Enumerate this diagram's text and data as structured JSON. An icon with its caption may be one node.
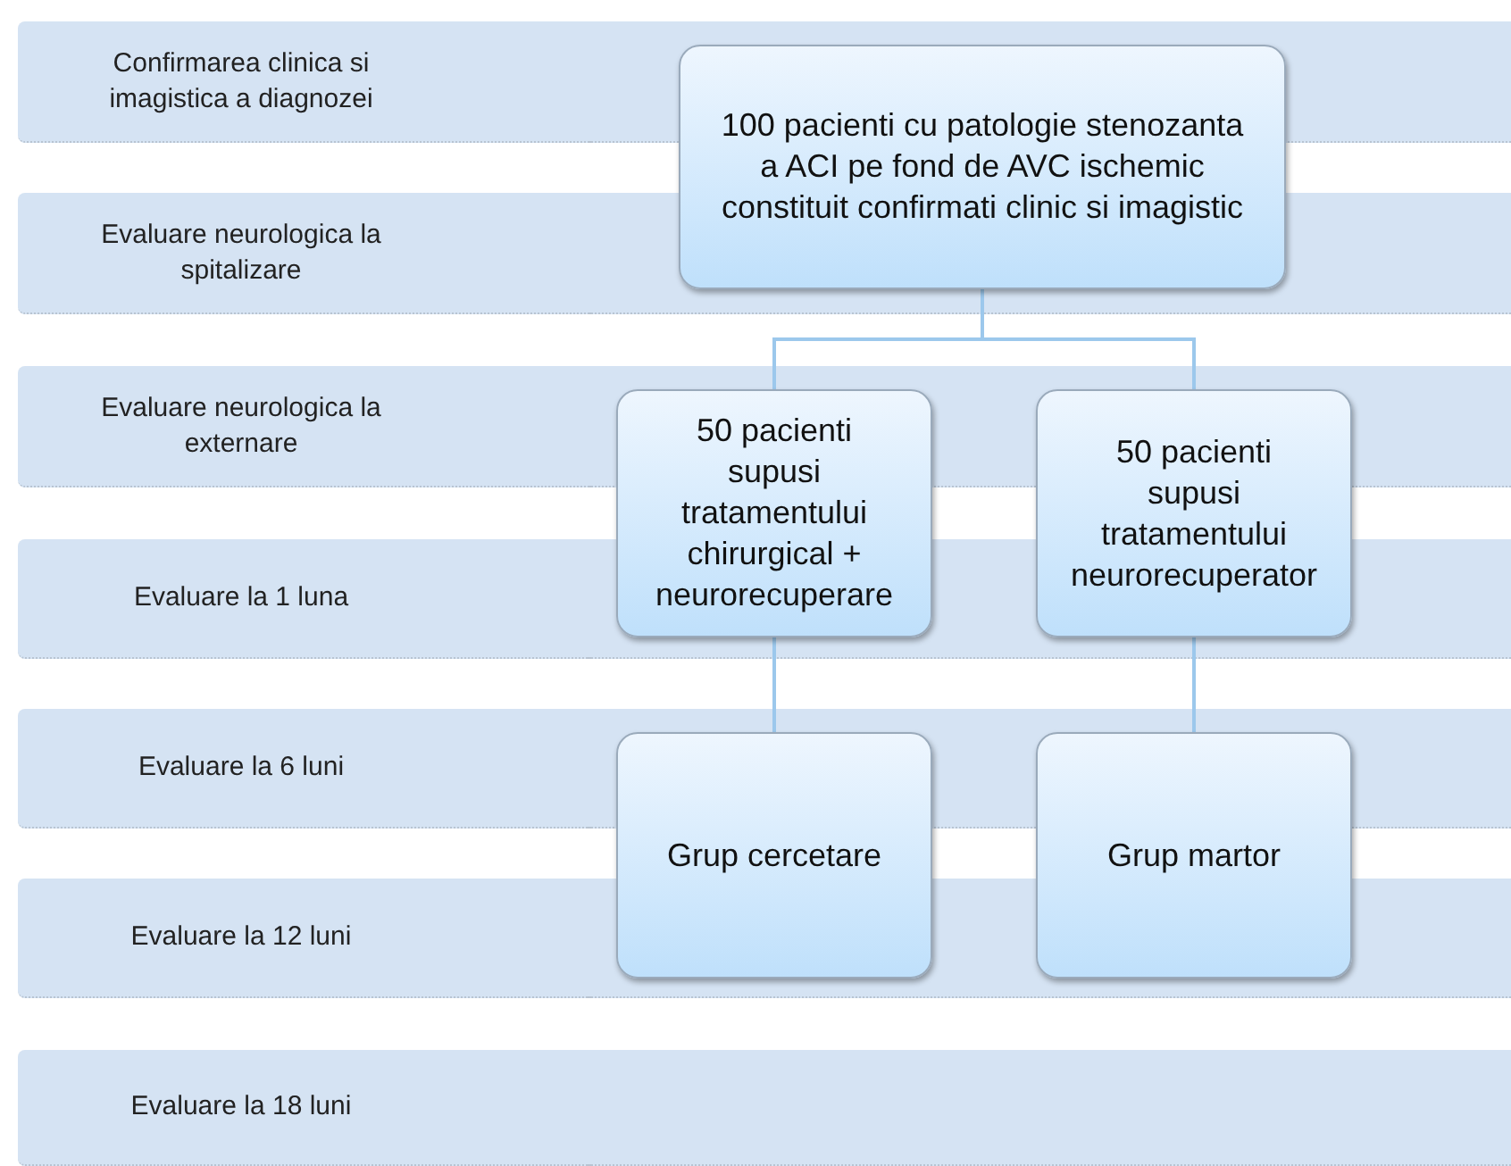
{
  "diagram": {
    "nodes": [
      {
        "text": [
          "Confirmarea clinica si imagistica a diagnozei"
        ]
      },
      {
        "text": [
          "Evaluare neurologica la spitalizare"
        ]
      },
      {
        "text": [
          "Evaluare neurologica la externare"
        ]
      },
      {
        "text": [
          "Evaluare la 1 luna"
        ]
      },
      {
        "text": [
          "Evaluare la 6 luni"
        ]
      },
      {
        "text": [
          "Evaluare la 12 luni"
        ]
      },
      {
        "text": [
          "Evaluare la 18 luni"
        ]
      },
      {
        "text": [
          "100 pacienti cu patologie stenozanta a ACI pe fond de AVC ischemic constituit confirmati clinic si imagistic"
        ]
      },
      {
        "text": [
          "50 pacienti supusi tratamentului chirurgical + neurorecuperare"
        ]
      },
      {
        "text": [
          "50 pacienti supusi tratamentului neurorecuperator"
        ]
      },
      {
        "text": [
          "Grup cercetare"
        ]
      },
      {
        "text": [
          "Grup martor"
        ]
      }
    ],
    "edges": [
      {
        "from": 7,
        "to": 8,
        "arrow": "none"
      },
      {
        "from": 7,
        "to": 9,
        "arrow": "none"
      },
      {
        "from": 8,
        "to": 10,
        "arrow": "none"
      },
      {
        "from": 9,
        "to": 11,
        "arrow": "none"
      }
    ]
  }
}
